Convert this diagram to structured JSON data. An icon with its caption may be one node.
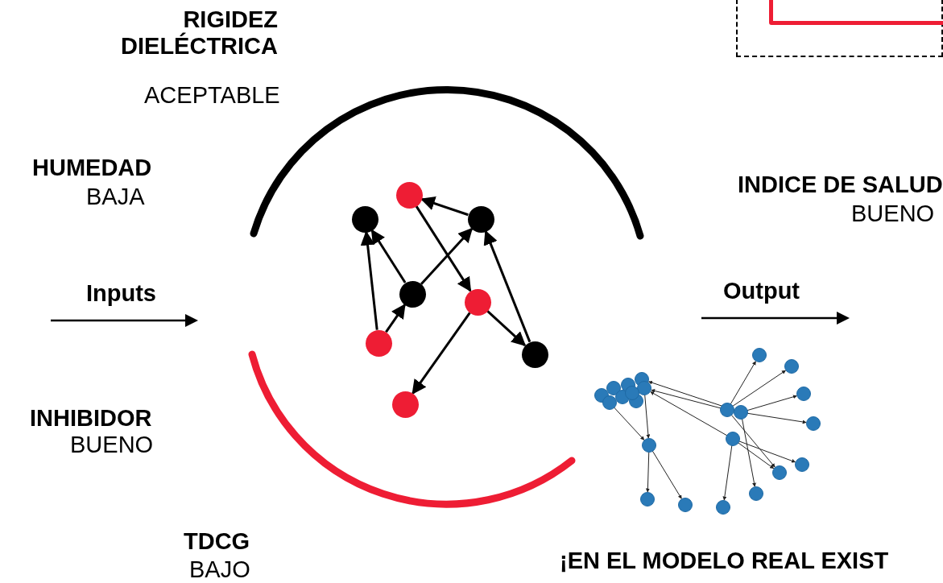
{
  "diagram": {
    "nodes": [
      {
        "text": [],
        "shape": "circle"
      },
      {
        "text": [],
        "shape": "circle"
      },
      {
        "text": [],
        "shape": "circle"
      },
      {
        "text": [],
        "shape": "circle"
      },
      {
        "text": [],
        "shape": "circle"
      },
      {
        "text": [],
        "shape": "circle"
      },
      {
        "text": [],
        "shape": "circle"
      },
      {
        "text": [],
        "shape": "circle"
      },
      {
        "text": [],
        "shape": "box"
      },
      {
        "text": [],
        "shape": "box",
        "in": 8
      }
    ],
    "edges": [
      {
        "from": 2,
        "to": 0,
        "arrow": "to"
      },
      {
        "from": 0,
        "to": 4,
        "arrow": "to"
      },
      {
        "from": 3,
        "to": 1,
        "arrow": "to"
      },
      {
        "from": 5,
        "to": 1,
        "arrow": "to"
      },
      {
        "from": 5,
        "to": 3,
        "arrow": "to"
      },
      {
        "from": 3,
        "to": 2,
        "arrow": "to"
      },
      {
        "from": 4,
        "to": 6,
        "arrow": "to"
      },
      {
        "from": 6,
        "to": 2,
        "arrow": "to"
      },
      {
        "from": 4,
        "to": 7,
        "arrow": "to"
      }
    ],
    "labels": [
      "RIGIDEZ DIELÉCTRICA",
      "ACEPTABLE",
      "HUMEDAD",
      "BAJA",
      "INDICE DE SALUD",
      "BUENO",
      "Inputs",
      "Output",
      "INHIBIDOR",
      "BUENO",
      "TDCG",
      "BAJO",
      "¡EN EL MODELO REAL EXIST"
    ]
  }
}
